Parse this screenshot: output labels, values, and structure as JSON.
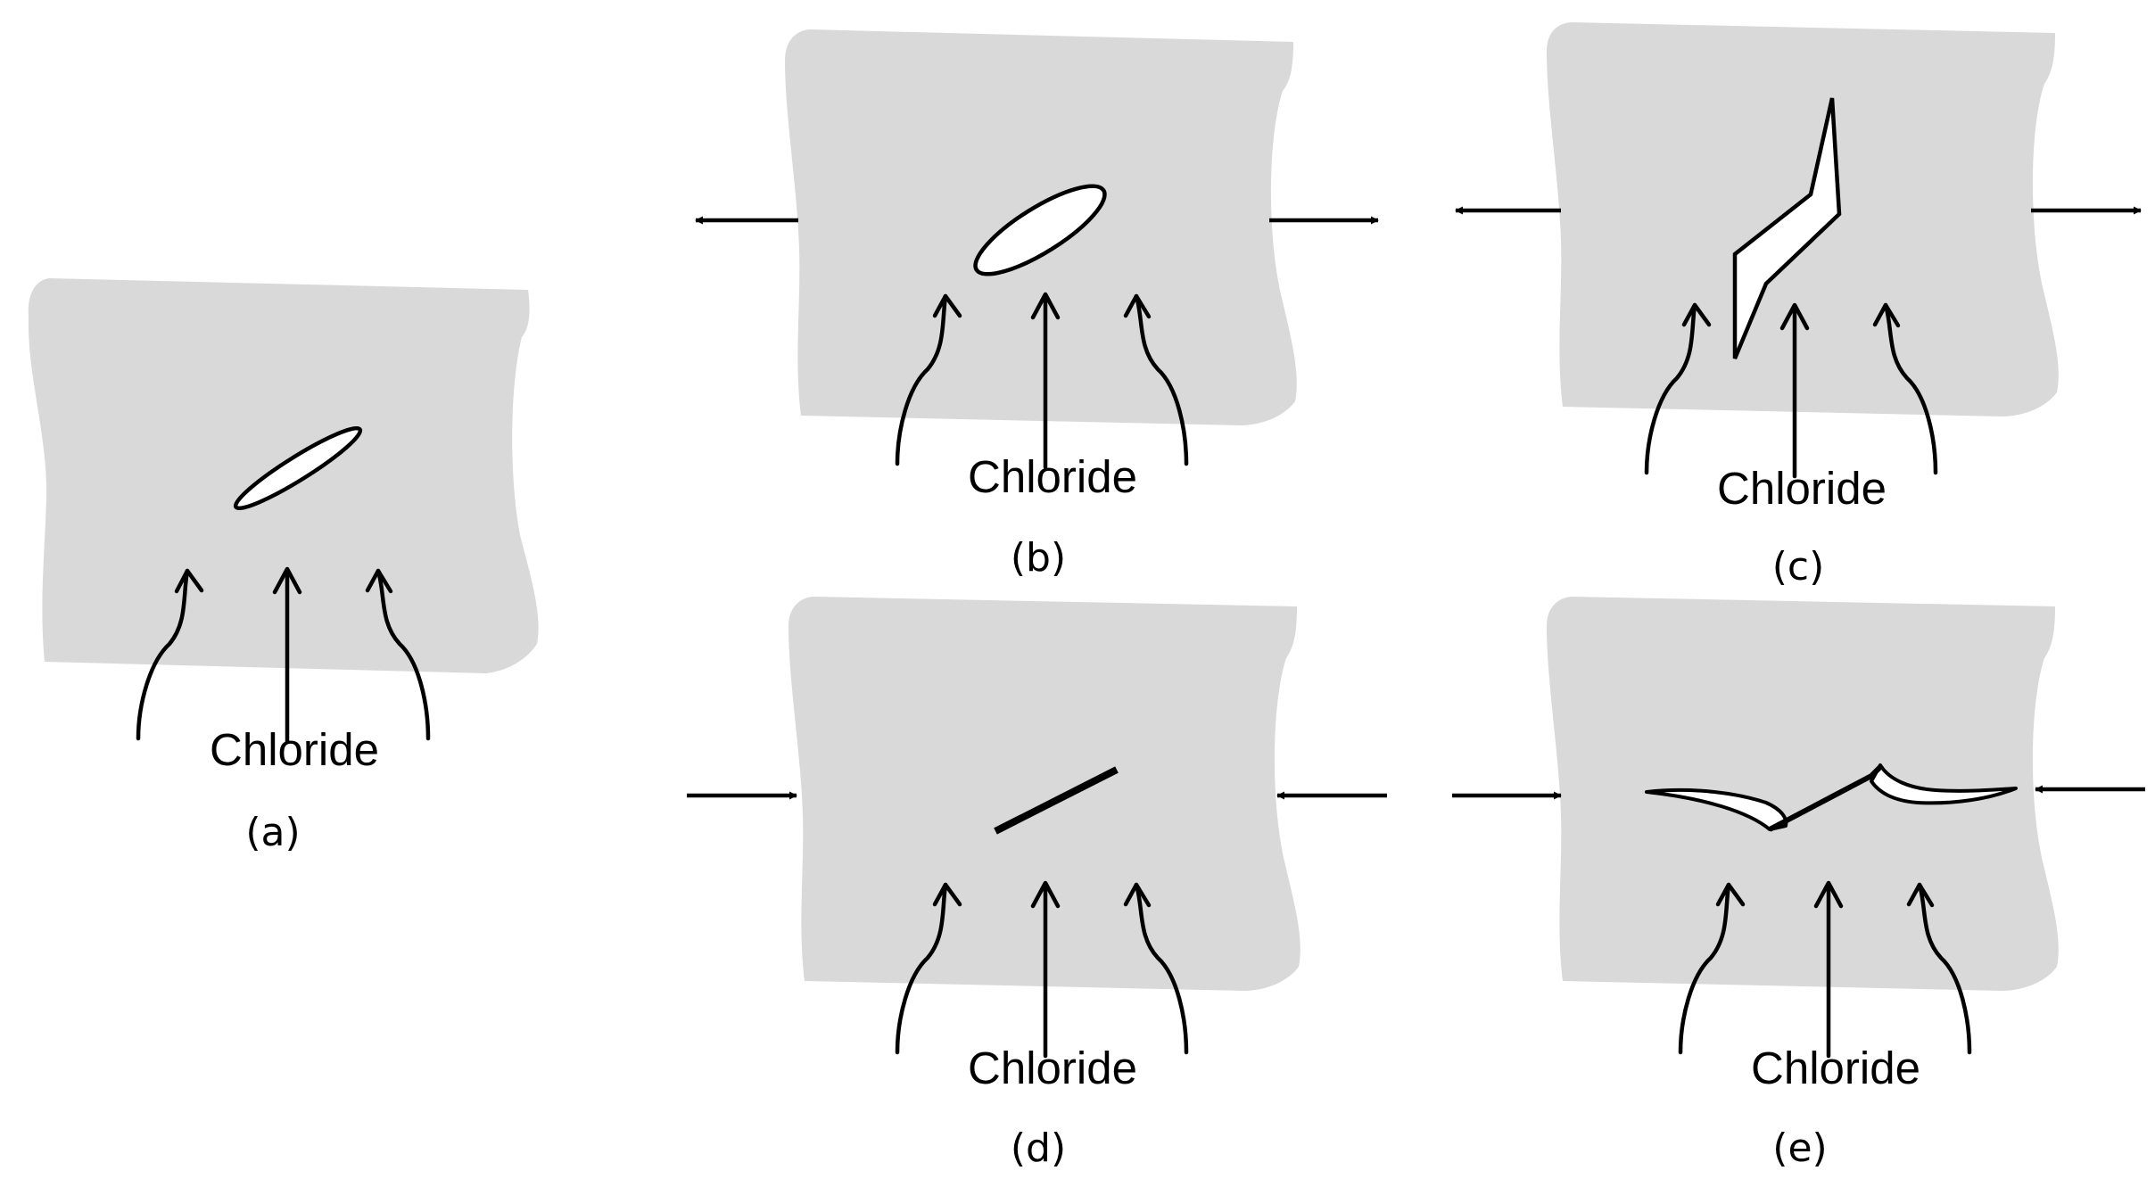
{
  "colors": {
    "specimen": "#d9d9d9",
    "stroke": "#000000",
    "background": "#ffffff"
  },
  "panels": [
    {
      "id": "a",
      "caption": "(a)",
      "label": "Chloride",
      "load": "none",
      "defect": "narrow-ellipse-crack"
    },
    {
      "id": "b",
      "caption": "(b)",
      "label": "Chloride",
      "load": "tension",
      "defect": "open-ellipse-crack"
    },
    {
      "id": "c",
      "caption": "(c)",
      "label": "Chloride",
      "load": "tension",
      "defect": "opened-kinked-crack"
    },
    {
      "id": "d",
      "caption": "(d)",
      "label": "Chloride",
      "load": "compression",
      "defect": "closed-line-crack"
    },
    {
      "id": "e",
      "caption": "(e)",
      "label": "Chloride",
      "load": "compression",
      "defect": "closed-crack-with-wing-cracks"
    }
  ]
}
